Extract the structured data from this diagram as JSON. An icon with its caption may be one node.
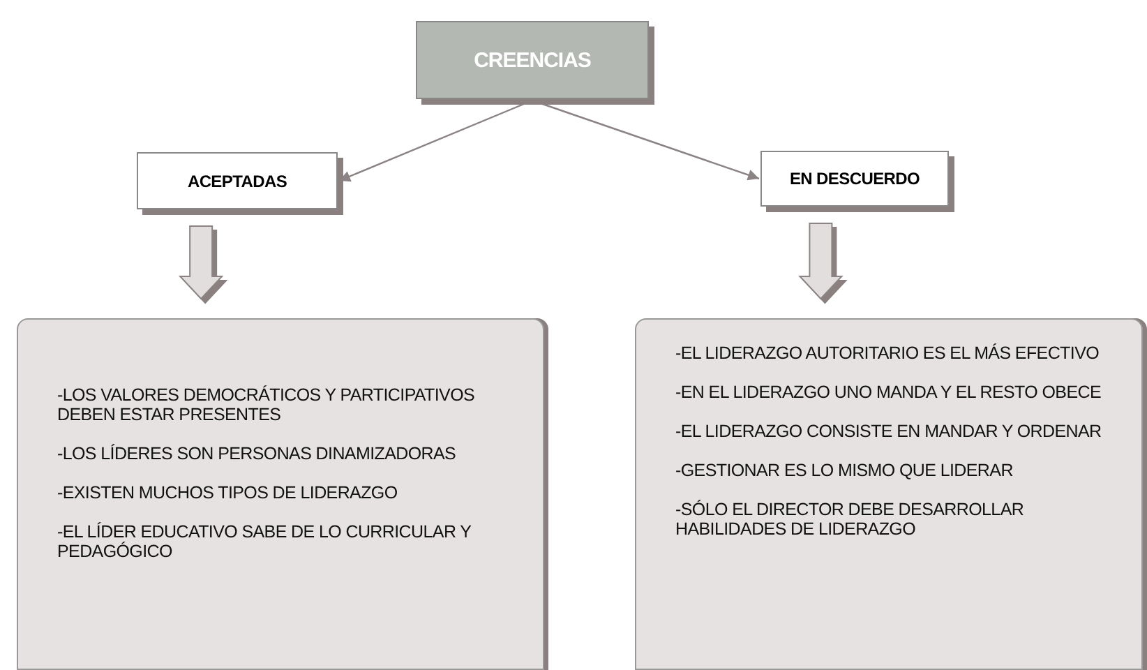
{
  "diagram": {
    "nodes": [
      {
        "text": [
          "CREENCIAS"
        ]
      },
      {
        "text": [
          "ACEPTADAS"
        ]
      },
      {
        "text": [
          "EN DESCUERDO"
        ]
      },
      {
        "text": [
          "-LOS VALORES DEMOCRÁTICOS Y PARTICIPATIVOS DEBEN ESTAR PRESENTES",
          "-LOS LÍDERES SON PERSONAS DINAMIZADORAS",
          "-EXISTEN MUCHOS TIPOS DE LIDERAZGO",
          "-EL LÍDER EDUCATIVO SABE DE LO CURRICULAR Y PEDAGÓGICO"
        ]
      },
      {
        "text": [
          "-EL LIDERAZGO AUTORITARIO ES EL MÁS EFECTIVO",
          "-EN EL LIDERAZGO UNO MANDA Y EL RESTO OBECE",
          "-EL LIDERAZGO CONSISTE EN MANDAR Y ORDENAR",
          "-GESTIONAR ES LO MISMO QUE LIDERAR",
          "-SÓLO EL DIRECTOR DEBE DESARROLLAR HABILIDADES DE LIDERAZGO"
        ]
      }
    ],
    "edges": [
      {
        "from": 0,
        "to": 1,
        "arrow": "to"
      },
      {
        "from": 0,
        "to": 2,
        "arrow": "to"
      },
      {
        "from": 1,
        "to": 3,
        "arrow": "to",
        "style": "thick"
      },
      {
        "from": 2,
        "to": 4,
        "arrow": "to",
        "style": "thick"
      }
    ]
  }
}
